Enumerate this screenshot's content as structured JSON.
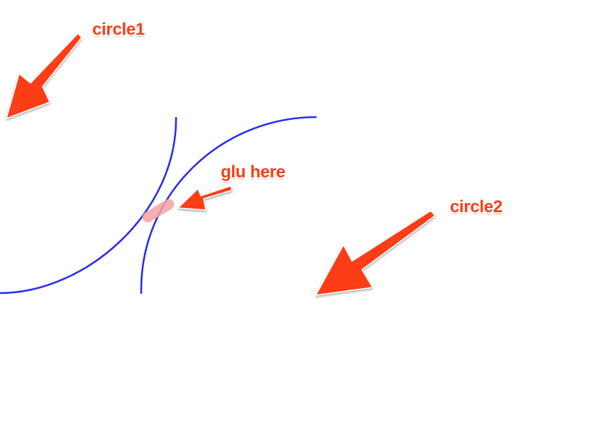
{
  "labels": {
    "circle1": "circle1",
    "glu": "glu here",
    "circle2": "circle2"
  },
  "colors": {
    "arc": "#2a2ef0",
    "annotation": "#fc3d14",
    "highlight": "#f5a3a3"
  }
}
